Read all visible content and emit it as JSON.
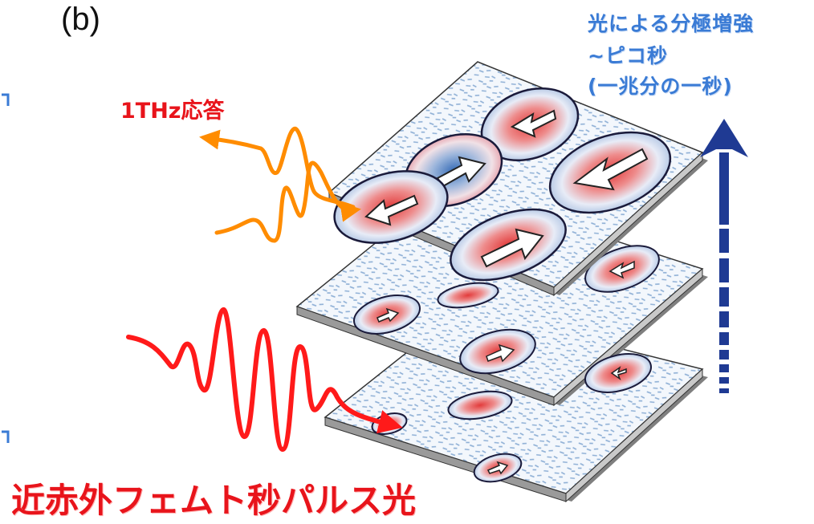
{
  "panel_label": "(b)",
  "thz_response_label": "1THz応答",
  "enhancement_text": {
    "line1": "光による分極増強",
    "line2": "~ピコ秒",
    "line3": "(一兆分の一秒)"
  },
  "pulse_label": "近赤外フェムト秒パルス光",
  "colors": {
    "red_wave": "#ff1a1a",
    "orange_wave": "#ff8c00",
    "arrow_blue": "#1f3a93",
    "label_blue": "#3a7bd5",
    "label_red": "#e8141b",
    "domain_red": "#e23b3b",
    "domain_blue": "#3b6fb8"
  },
  "icons": [
    "polarization-arrow-icon",
    "time-arrow-icon"
  ]
}
